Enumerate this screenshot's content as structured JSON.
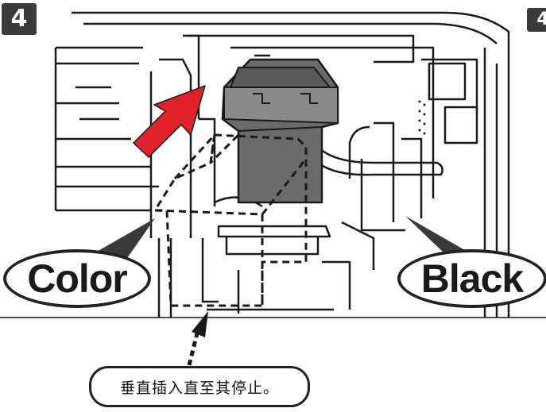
{
  "step": {
    "number": "4",
    "next_number": "4"
  },
  "labels": {
    "color": "Color",
    "black": "Black"
  },
  "instruction": "垂直插入直至其停止。",
  "colors": {
    "arrow": "#e2222a",
    "cartridge": "#6b6b6b",
    "line": "#1a1a1a",
    "badge": "#3a3a3a"
  },
  "icons": [
    "red-push-arrow-icon",
    "dotted-arrow-icon",
    "cartridge-illustration"
  ]
}
